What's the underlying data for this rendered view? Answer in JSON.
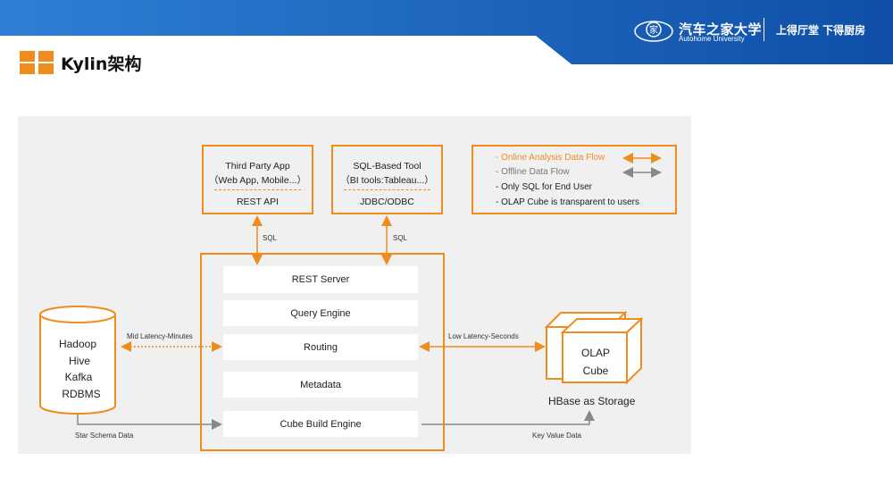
{
  "header": {
    "brand_cn": "汽车之家大学",
    "brand_en": "Autohome  University",
    "slogan": "上得厅堂   下得厨房",
    "page_title": "Kylin架构"
  },
  "diagram": {
    "clients": [
      {
        "line1": "Third Party App",
        "line2": "（Web App, Mobile...）",
        "api": "REST API"
      },
      {
        "line1": "SQL-Based Tool",
        "line2": "（BI tools:Tableau...）",
        "api": "JDBC/ODBC"
      }
    ],
    "legend": [
      {
        "text": "- Online Analysis Data Flow",
        "color": "#f08c1e"
      },
      {
        "text": "- Offline Data Flow",
        "color": "#777777"
      },
      {
        "text": "- Only SQL for End User",
        "color": "#222222"
      },
      {
        "text": "- OLAP Cube is transparent to users",
        "color": "#222222"
      }
    ],
    "sql_label_left": "SQL",
    "sql_label_right": "SQL",
    "components": [
      "REST Server",
      "Query Engine",
      "Routing",
      "Metadata",
      "Cube Build Engine"
    ],
    "sources": [
      "Hadoop",
      "Hive",
      "Kafka",
      "RDBMS"
    ],
    "mid_latency": "Mid Latency-Minutes",
    "low_latency": "Low Latency-Seconds",
    "star_schema": "Star Schema Data",
    "key_value": "Key Value Data",
    "olap_line1": "OLAP",
    "olap_line2": "Cube",
    "hbase": "HBase  as Storage",
    "colors": {
      "accent": "#f08c1e",
      "offline": "#888888",
      "banner": "#1a5fb4"
    }
  }
}
